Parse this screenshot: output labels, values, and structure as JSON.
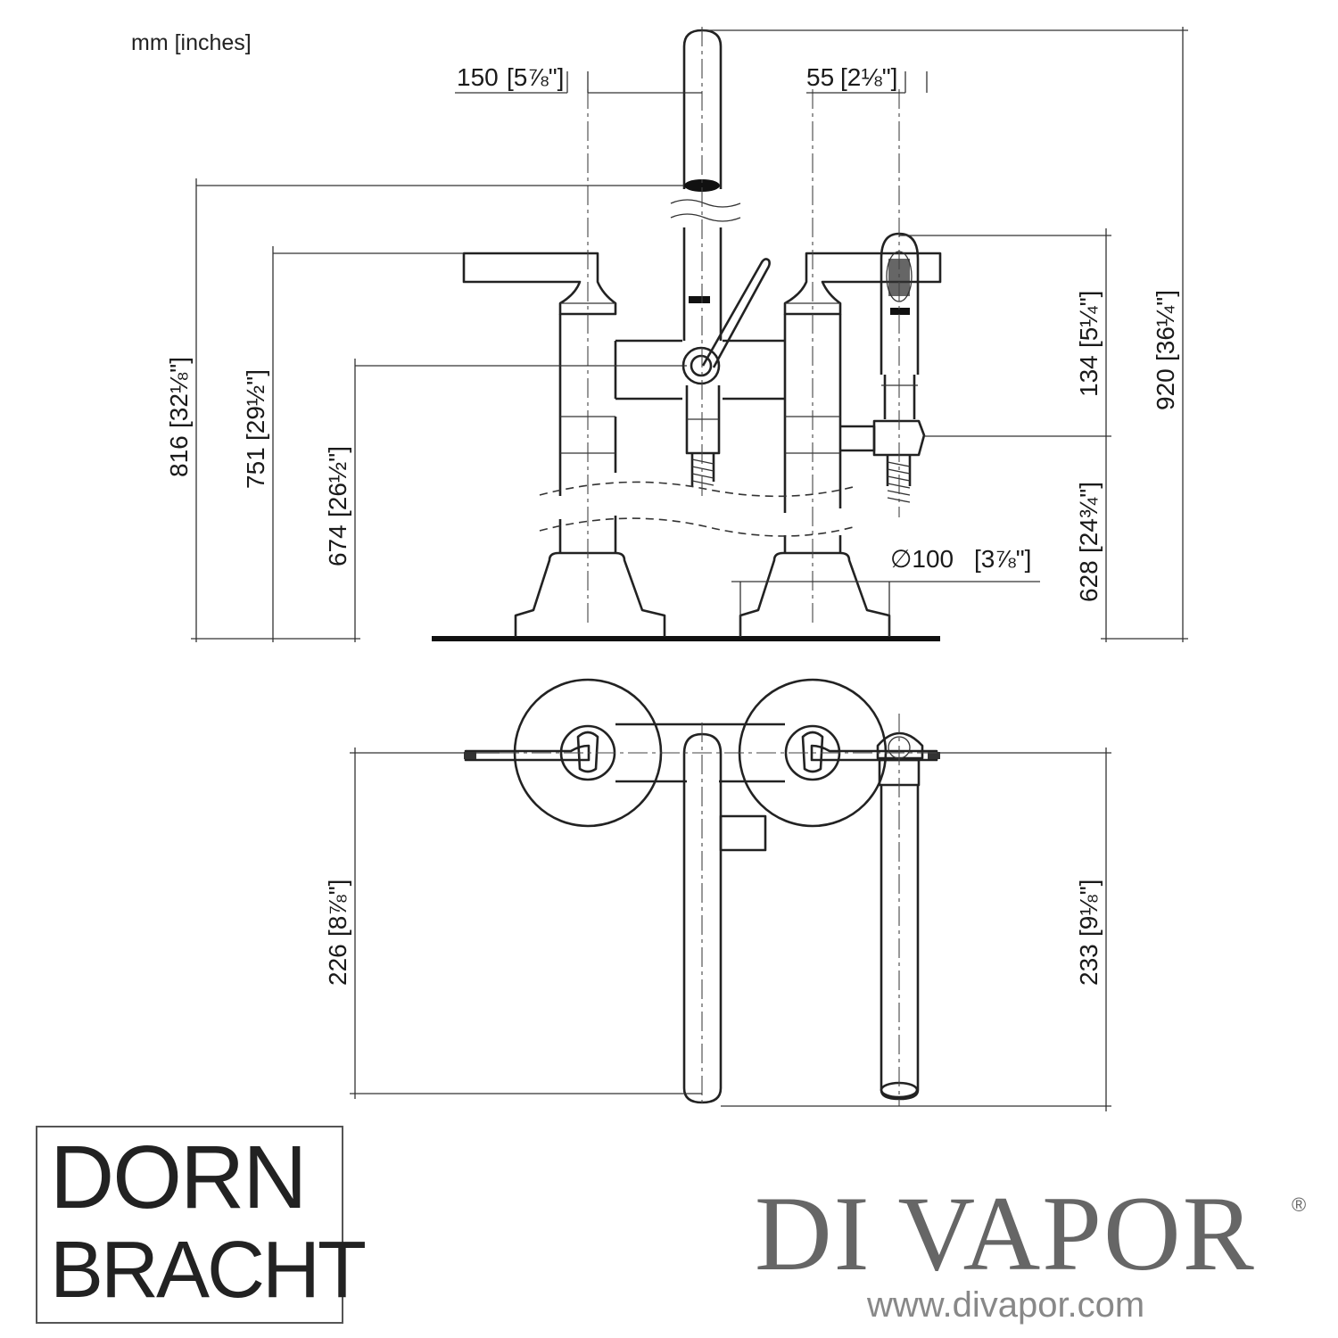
{
  "units_label": "mm [inches]",
  "dimensions": {
    "spout_height": "150",
    "spout_height_in": "[5⅞\"]",
    "handshower_offset": "55",
    "handshower_offset_in": "[2⅛\"]",
    "total_height": "816",
    "total_height_in": "[32⅛\"]",
    "handle_height": "751",
    "handle_height_in": "[29½\"]",
    "pivot_height": "674",
    "pivot_height_in": "[26½\"]",
    "handshower_length": "134",
    "handshower_length_in": "[5¼\"]",
    "overall_height": "920",
    "overall_height_in": "[36¼\"]",
    "holder_height": "628",
    "holder_height_in": "[24¾\"]",
    "base_diameter": "∅100",
    "base_diameter_in": "[3⅞\"]",
    "spout_projection": "226",
    "spout_projection_in": "[8⅞\"]",
    "handshower_projection": "233",
    "handshower_projection_in": "[9⅛\"]"
  },
  "brand": {
    "dorn_line1": "DORN",
    "dorn_line2": "BRACHT",
    "divapor_name": "DI VAPOR",
    "divapor_reg": "®",
    "divapor_url": "www.divapor.com"
  },
  "colors": {
    "line": "#222222",
    "divapor_grey": "#666666"
  }
}
